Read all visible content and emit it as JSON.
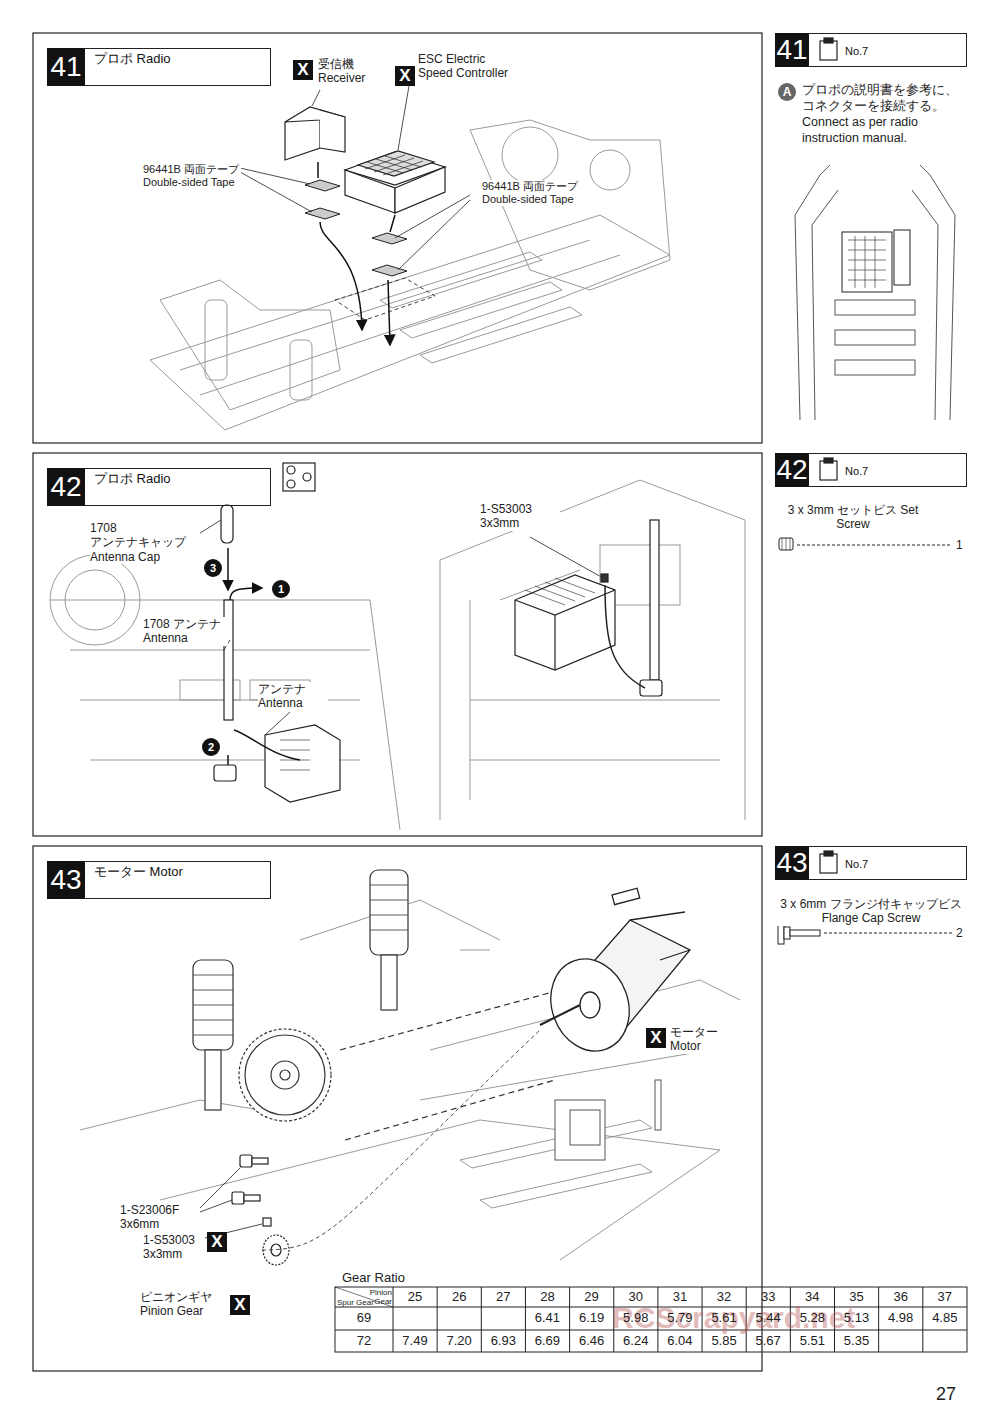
{
  "diagram": {
    "nodes": [
      {
        "text": [
          "41",
          "プロポ Radio"
        ]
      },
      {
        "text": [
          "41",
          "No.7"
        ]
      },
      {
        "text": [
          "42",
          "プロポ Radio"
        ]
      },
      {
        "text": [
          "42",
          "No.7"
        ]
      },
      {
        "text": [
          "43",
          "モーター Motor"
        ]
      },
      {
        "text": [
          "43",
          "No.7"
        ]
      }
    ],
    "labels": [
      "X",
      "受信機 Receiver",
      "X",
      "ESC Electric Speed Controller",
      "96441B 両面テープ Double-sided Tape",
      "96441B 両面テープ Double-sided Tape",
      "A",
      "プロポの説明書を参考に、コネクターを接続する。 Connect as per radio instruction manual.",
      "1708 アンテナキャップ Antenna Cap",
      "3",
      "1",
      "1708 アンテナ Antenna",
      "アンテナ Antenna",
      "2",
      "1-S53003 3x3mm",
      "3 x 3mm セットビス Set Screw",
      "1",
      "X",
      "モーター Motor",
      "1-S23006F 3x6mm",
      "1-S53003 3x3mm",
      "X",
      "ピニオンギヤ Pinion Gear",
      "X",
      "3 x 6mm フランジ付キャップビス Flange Cap Screw",
      "2",
      "Gear Ratio",
      "Pinion Gear",
      "Spur Gear",
      "25",
      "26",
      "27",
      "28",
      "29",
      "30",
      "31",
      "32",
      "33",
      "34",
      "35",
      "36",
      "37",
      "69",
      "6.41",
      "6.19",
      "5.98",
      "5.79",
      "5.61",
      "5.44",
      "5.28",
      "5.13",
      "4.98",
      "4.85",
      "72",
      "7.49",
      "7.20",
      "6.93",
      "6.69",
      "6.46",
      "6.24",
      "6.04",
      "5.85",
      "5.67",
      "5.51",
      "5.35",
      "RCScrapyard.net",
      "27"
    ]
  }
}
